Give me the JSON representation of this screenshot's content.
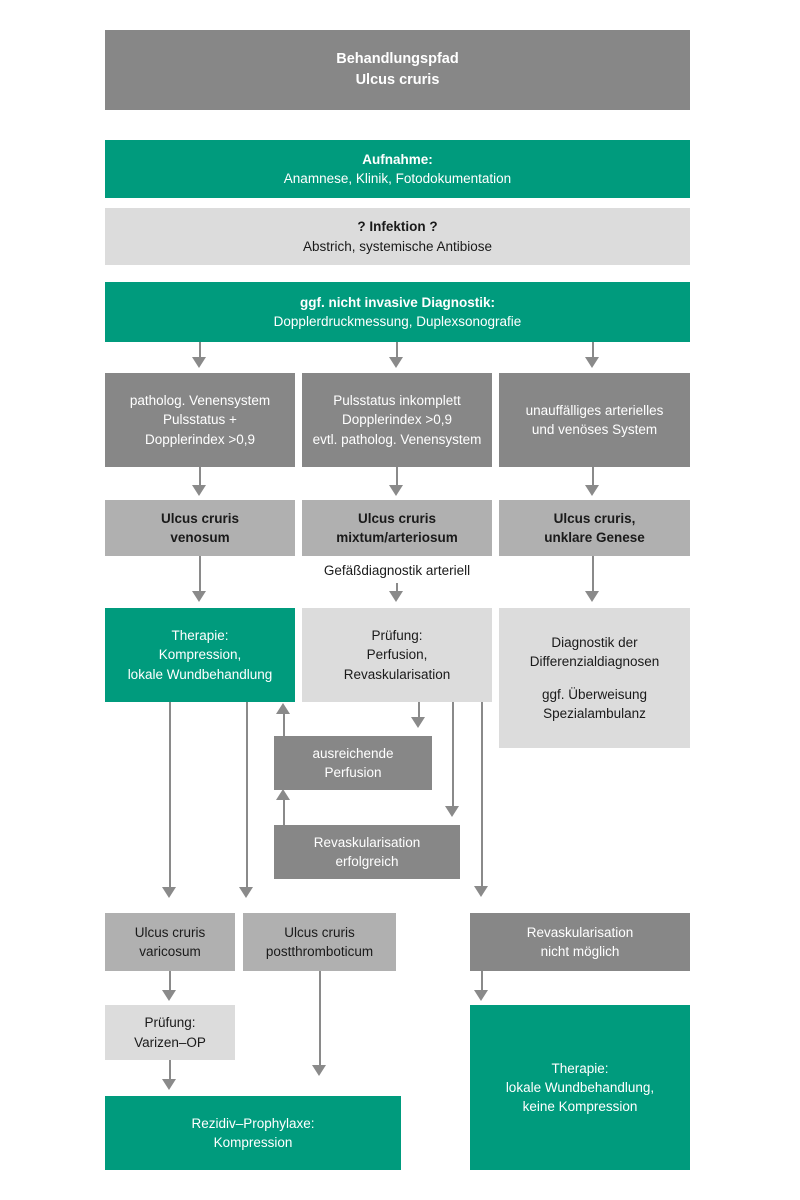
{
  "meta": {
    "chart_type": "flowchart",
    "language": "de",
    "colors": {
      "dark_gray": "#878787",
      "green": "#009b7d",
      "light_gray": "#dcdcdc",
      "medium_gray": "#b0b0b0",
      "connector": "#8a8a8a",
      "text_light": "#ffffff",
      "text_dark": "#1a1a1a"
    }
  },
  "title": {
    "line1": "Behandlungspfad",
    "line2": "Ulcus cruris"
  },
  "nodes": {
    "aufnahme": {
      "title": "Aufnahme:",
      "body": "Anamnese, Klinik, Fotodokumentation"
    },
    "infektion": {
      "title": "? Infektion ?",
      "body": "Abstrich, systemische Antibiose"
    },
    "diagnostik": {
      "title": "ggf. nicht invasive Diagnostik:",
      "body": "Dopplerdruckmessung, Duplexsonografie"
    },
    "befund_links": {
      "body": "patholog. Venensystem\nPulsstatus +\nDopplerindex >0,9"
    },
    "befund_mitte": {
      "body": "Pulsstatus inkomplett\nDopplerindex >0,9\nevtl. patholog. Venensystem"
    },
    "befund_rechts": {
      "body": "unauffälliges arterielles\nund venöses System"
    },
    "diagnose_venosum": {
      "body": "Ulcus cruris\nvenosum"
    },
    "diagnose_mixtum": {
      "body": "Ulcus cruris\nmixtum/arteriosum"
    },
    "diagnose_unklar": {
      "body": "Ulcus cruris,\nunklare Genese"
    },
    "gefaessdiagnostik_label": {
      "body": "Gefäßdiagnostik arteriell"
    },
    "therapie_kompression": {
      "body": "Therapie:\nKompression,\nlokale Wundbehandlung"
    },
    "pruefung_perfusion": {
      "body": "Prüfung:\nPerfusion,\nRevaskularisation"
    },
    "diagnostik_dd": {
      "line1": "Diagnostik der",
      "line2": "Differenzialdiagnosen",
      "line3": "ggf. Überweisung",
      "line4": "Spezialambulanz"
    },
    "ausreichende_perfusion": {
      "body": "ausreichende\nPerfusion"
    },
    "revask_erfolgreich": {
      "body": "Revaskularisation\nerfolgreich"
    },
    "ulcus_varicosum": {
      "body": "Ulcus cruris\nvaricosum"
    },
    "ulcus_postthrombotisch": {
      "body": "Ulcus cruris\npostthromboticum"
    },
    "revask_nicht_moeglich": {
      "body": "Revaskularisation\nnicht möglich"
    },
    "pruefung_varizen": {
      "body": "Prüfung:\nVarizen–OP"
    },
    "rezidiv_prophylaxe": {
      "body": "Rezidiv–Prophylaxe:\nKompression"
    },
    "therapie_keine_kompression": {
      "body": "Therapie:\nlokale Wundbehandlung,\nkeine Kompression"
    }
  }
}
